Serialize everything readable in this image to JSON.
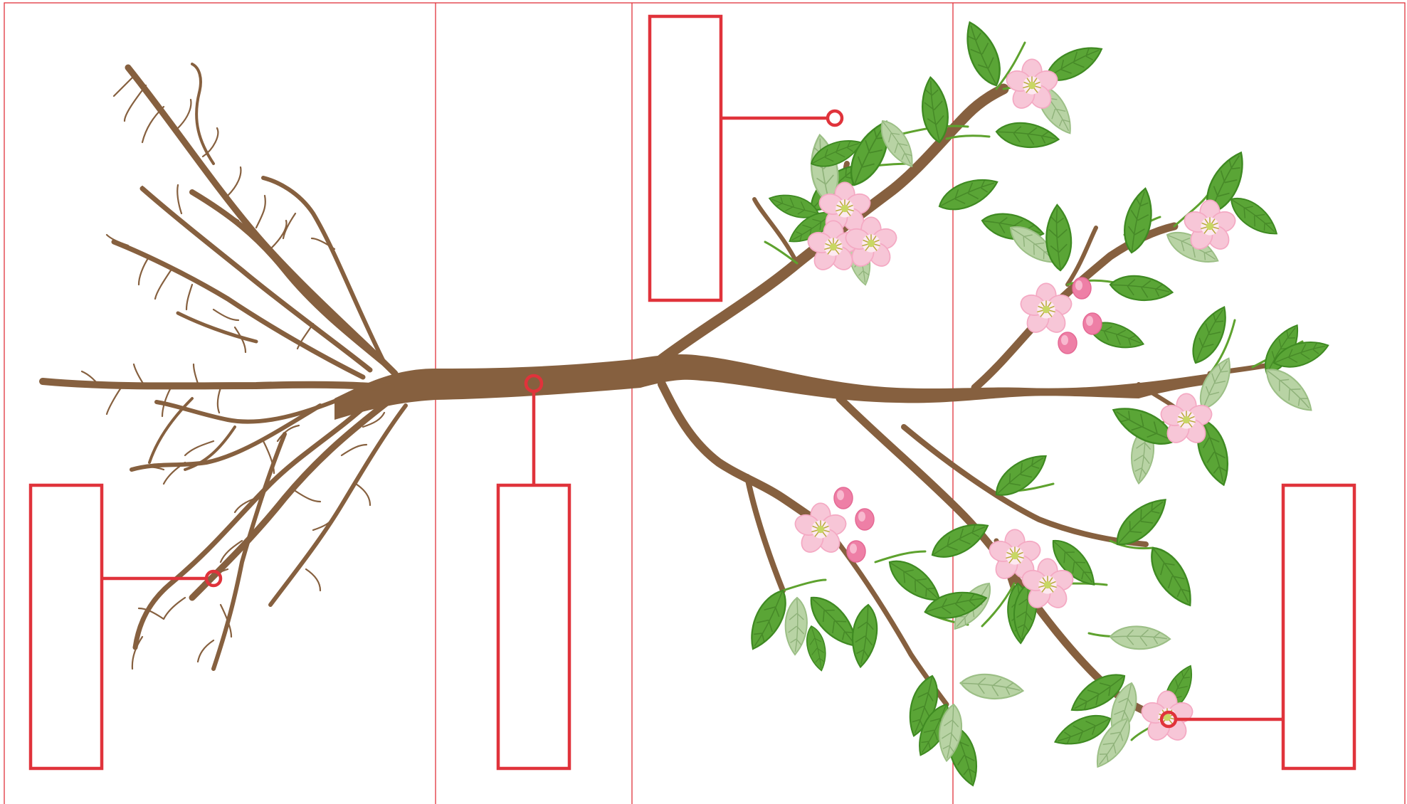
{
  "diagram": {
    "subject": "branch",
    "sections": [
      {
        "id": "dead"
      },
      {
        "id": "transition-left"
      },
      {
        "id": "transition-right"
      },
      {
        "id": "living"
      }
    ],
    "callouts": [
      {
        "id": "dead-twig",
        "text": ""
      },
      {
        "id": "main-branch",
        "text": ""
      },
      {
        "id": "upper-leaf",
        "text": ""
      },
      {
        "id": "lower-flower",
        "text": ""
      }
    ],
    "colors": {
      "accent": "#e0333b",
      "bark": "#86603f",
      "leaf": "#5aa536",
      "leaf_pale": "#b8d3a4",
      "blossom": "#f7c6d7",
      "bud": "#ee7fa6"
    }
  }
}
